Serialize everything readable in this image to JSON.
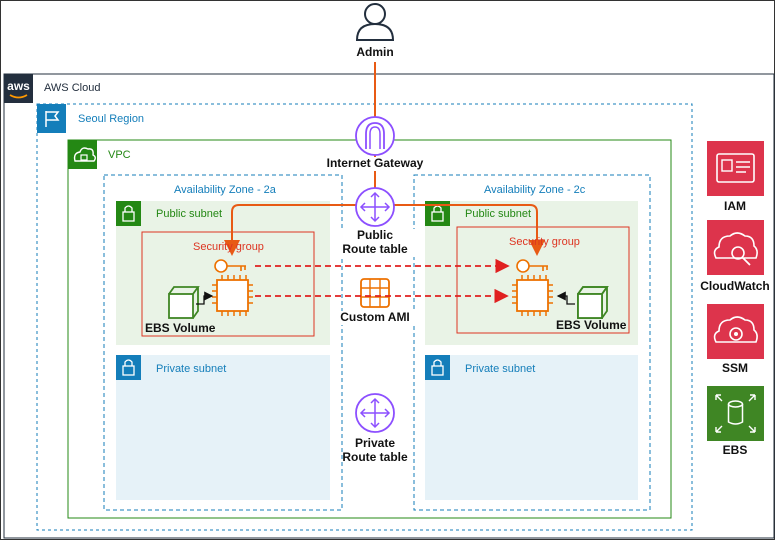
{
  "groups": {
    "aws_cloud": "AWS Cloud",
    "region": "Seoul Region",
    "vpc": "VPC",
    "az_a": "Availability Zone - 2a",
    "az_c": "Availability Zone - 2c",
    "public_subnet_a": "Public subnet",
    "public_subnet_c": "Public subnet",
    "private_subnet_a": "Private subnet",
    "private_subnet_c": "Private subnet",
    "security_group_a": "Security group",
    "security_group_c": "Security group"
  },
  "nodes": {
    "admin": "Admin",
    "internet_gateway": "Internet Gateway",
    "public_route_table": "Public\nRoute table",
    "private_route_table": "Private\nRoute table",
    "custom_ami": "Custom AMI",
    "ebs_volume_a": "EBS Volume",
    "ebs_volume_c": "EBS Volume"
  },
  "services": [
    {
      "label": "IAM",
      "color": "#dd344c"
    },
    {
      "label": "CloudWatch",
      "color": "#dd344c"
    },
    {
      "label": "SSM",
      "color": "#dd344c"
    },
    {
      "label": "EBS",
      "color": "#3f8624"
    }
  ],
  "logo_text": "aws",
  "colors": {
    "region": "#147eba",
    "vpc": "#248814",
    "public_subnet_fill": "#e9f3e6",
    "private_subnet_fill": "#e6f2f8",
    "security_group": "#dd3522",
    "compute": "#ed7100",
    "network": "#8c4fff",
    "admin_link": "#e85a14",
    "replication_link": "#e02020"
  }
}
